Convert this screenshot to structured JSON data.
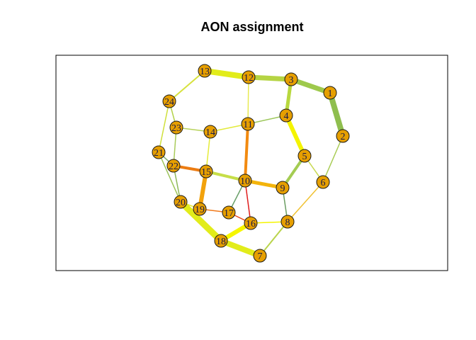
{
  "title": "AON assignment",
  "colors": {
    "node_fill": "#E69F00",
    "node_stroke": "#1a1a1a",
    "frame": "#000000"
  },
  "nodes": [
    {
      "id": "1"
    },
    {
      "id": "2"
    },
    {
      "id": "3"
    },
    {
      "id": "4"
    },
    {
      "id": "5"
    },
    {
      "id": "6"
    },
    {
      "id": "7"
    },
    {
      "id": "8"
    },
    {
      "id": "9"
    },
    {
      "id": "10"
    },
    {
      "id": "11"
    },
    {
      "id": "12"
    },
    {
      "id": "13"
    },
    {
      "id": "14"
    },
    {
      "id": "15"
    },
    {
      "id": "16"
    },
    {
      "id": "17"
    },
    {
      "id": "18"
    },
    {
      "id": "19"
    },
    {
      "id": "20"
    },
    {
      "id": "21"
    },
    {
      "id": "22"
    },
    {
      "id": "23"
    },
    {
      "id": "24"
    }
  ],
  "edges": [
    {
      "from": "1",
      "to": "2",
      "color": "#8fbe4e",
      "weight": 8
    },
    {
      "from": "3",
      "to": "1",
      "color": "#9ec94c",
      "weight": 7
    },
    {
      "from": "12",
      "to": "3",
      "color": "#b5d443",
      "weight": 7
    },
    {
      "from": "13",
      "to": "12",
      "color": "#e2ec1b",
      "weight": 8
    },
    {
      "from": "13",
      "to": "24",
      "color": "#d7e23e",
      "weight": 2
    },
    {
      "from": "12",
      "to": "11",
      "color": "#e8ea52",
      "weight": 1.5
    },
    {
      "from": "3",
      "to": "4",
      "color": "#b8d83e",
      "weight": 5
    },
    {
      "from": "4",
      "to": "5",
      "color": "#f4f400",
      "weight": 6
    },
    {
      "from": "4",
      "to": "11",
      "color": "#9cc75a",
      "weight": 1.5
    },
    {
      "from": "2",
      "to": "6",
      "color": "#a9cc55",
      "weight": 1.5
    },
    {
      "from": "5",
      "to": "6",
      "color": "#c7d84d",
      "weight": 1.5
    },
    {
      "from": "5",
      "to": "9",
      "color": "#a4cc52",
      "weight": 4
    },
    {
      "from": "6",
      "to": "8",
      "color": "#f0c232",
      "weight": 1.5
    },
    {
      "from": "9",
      "to": "8",
      "color": "#6c9e63",
      "weight": 1.5
    },
    {
      "from": "8",
      "to": "7",
      "color": "#b9d44c",
      "weight": 2
    },
    {
      "from": "8",
      "to": "16",
      "color": "#f4f400",
      "weight": 1.5
    },
    {
      "from": "10",
      "to": "9",
      "color": "#f3b40b",
      "weight": 5
    },
    {
      "from": "11",
      "to": "10",
      "color": "#f28a10",
      "weight": 4
    },
    {
      "from": "11",
      "to": "14",
      "color": "#e2ea3a",
      "weight": 1.5
    },
    {
      "from": "10",
      "to": "15",
      "color": "#c6de48",
      "weight": 4
    },
    {
      "from": "10",
      "to": "16",
      "color": "#e01e1e",
      "weight": 1.5
    },
    {
      "from": "10",
      "to": "17",
      "color": "#6aa06a",
      "weight": 1.5
    },
    {
      "from": "14",
      "to": "15",
      "color": "#e5ec3a",
      "weight": 1.5
    },
    {
      "from": "23",
      "to": "14",
      "color": "#b7d25a",
      "weight": 1.5
    },
    {
      "from": "24",
      "to": "23",
      "color": "#b4d24a",
      "weight": 1.5
    },
    {
      "from": "24",
      "to": "21",
      "color": "#cfe03a",
      "weight": 1.5
    },
    {
      "from": "23",
      "to": "22",
      "color": "#a9cb5a",
      "weight": 1.5
    },
    {
      "from": "21",
      "to": "22",
      "color": "#78aa66",
      "weight": 1.5
    },
    {
      "from": "21",
      "to": "20",
      "color": "#9cc45a",
      "weight": 1.5
    },
    {
      "from": "22",
      "to": "20",
      "color": "#8db95a",
      "weight": 1.5
    },
    {
      "from": "22",
      "to": "15",
      "color": "#ec7c12",
      "weight": 4
    },
    {
      "from": "15",
      "to": "19",
      "color": "#f2a20c",
      "weight": 6
    },
    {
      "from": "20",
      "to": "19",
      "color": "#e7e73a",
      "weight": 1.5
    },
    {
      "from": "19",
      "to": "17",
      "color": "#f07a1c",
      "weight": 1.5
    },
    {
      "from": "17",
      "to": "16",
      "color": "#ea4418",
      "weight": 1.5
    },
    {
      "from": "16",
      "to": "18",
      "color": "#f6f600",
      "weight": 6
    },
    {
      "from": "20",
      "to": "18",
      "color": "#e2ec1b",
      "weight": 9
    },
    {
      "from": "18",
      "to": "7",
      "color": "#e2ec1b",
      "weight": 8
    }
  ]
}
